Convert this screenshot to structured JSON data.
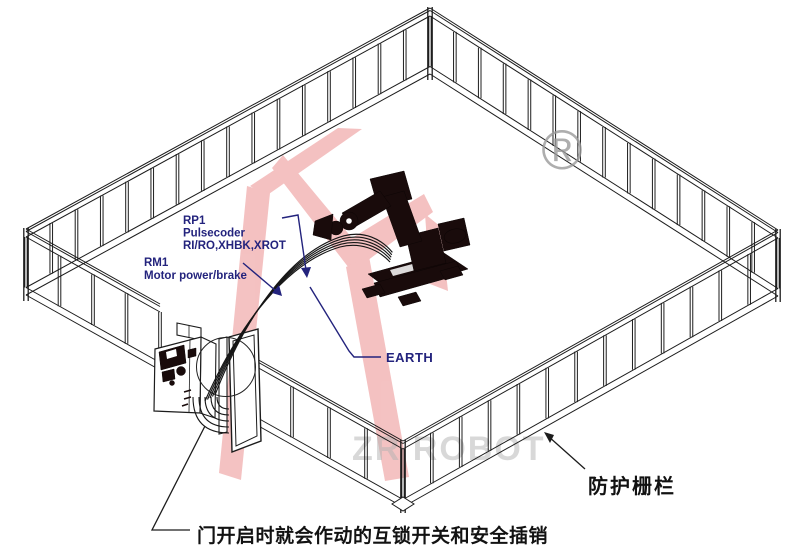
{
  "scene": {
    "callouts": {
      "rp1": {
        "line1": "RP1",
        "line2": "Pulsecoder",
        "line3": "RI/RO,XHBK,XROT"
      },
      "rm1": {
        "line1": "RM1",
        "line2": "Motor power/brake"
      },
      "earth": {
        "label": "EARTH"
      },
      "fence": {
        "label": "防护栅栏"
      },
      "interlock": {
        "label": "门开启时就会作动的互锁开关和安全插销"
      }
    },
    "watermarks": {
      "brand": "ZR ROBOT",
      "registered": "®"
    },
    "colors": {
      "callout_navy": "#23237d",
      "line_black": "#1c1c1c",
      "watermark_pink": "#f2b4b4",
      "watermark_gray": "#b3b3b3",
      "label_black": "#121212"
    }
  }
}
